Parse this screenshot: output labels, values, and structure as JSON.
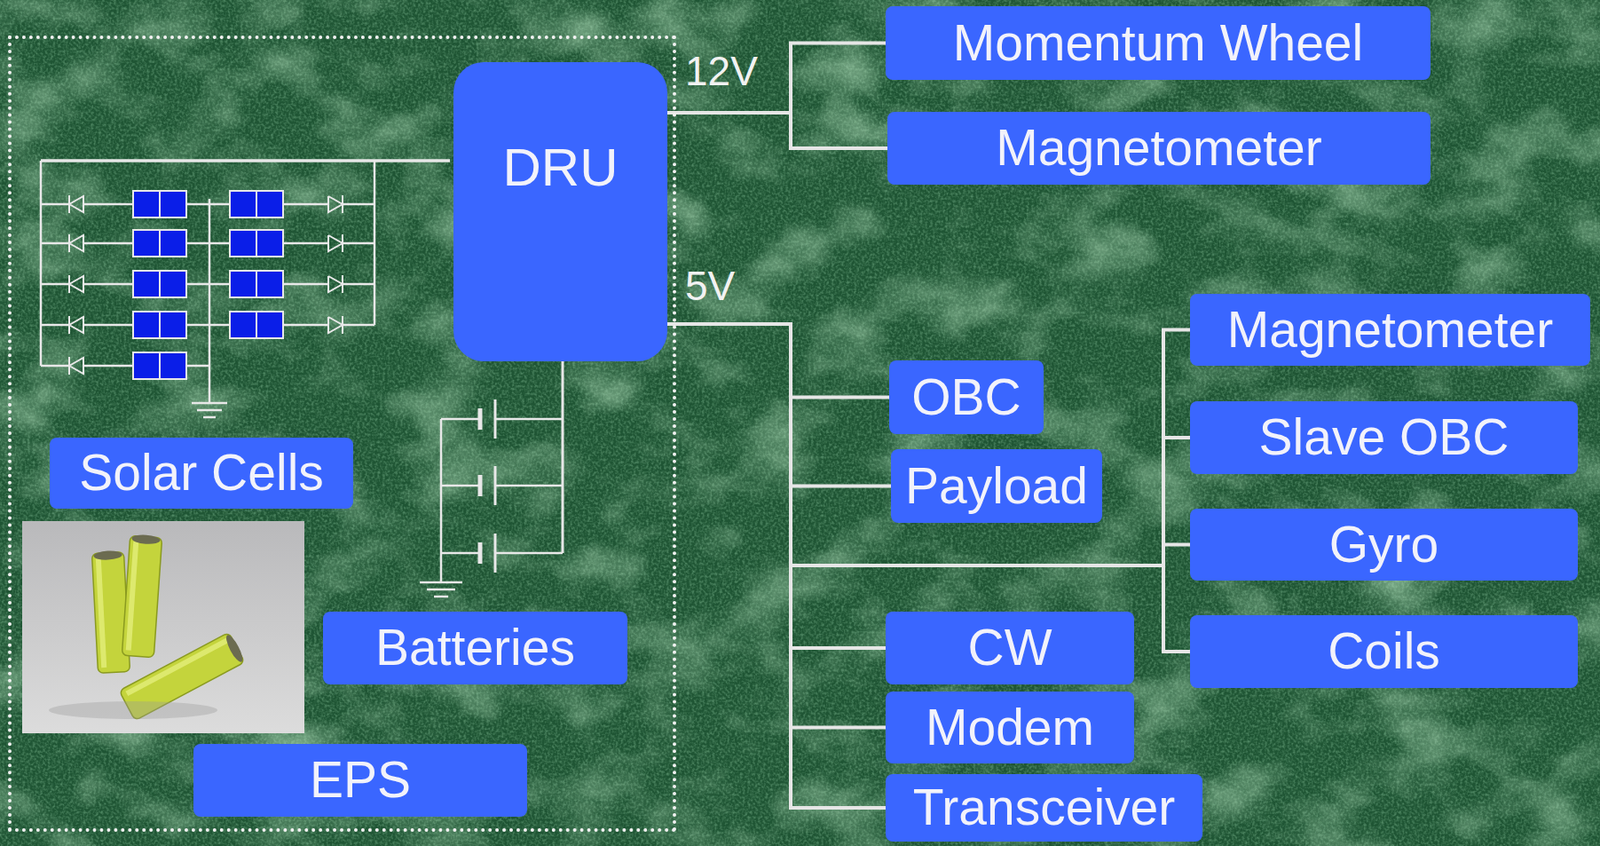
{
  "diagram": {
    "nodes": [
      {
        "text": [
          "EPS"
        ]
      },
      {
        "text": [
          "DRU"
        ],
        "in": 0
      },
      {
        "text": [
          "Solar Cells"
        ],
        "in": 0
      },
      {
        "text": [
          "Batteries"
        ],
        "in": 0
      },
      {
        "text": [
          "Momentum Wheel"
        ]
      },
      {
        "text": [
          "Magnetometer"
        ]
      },
      {
        "text": [
          "Magnetometer"
        ]
      },
      {
        "text": [
          "OBC"
        ]
      },
      {
        "text": [
          "Slave OBC"
        ]
      },
      {
        "text": [
          "Payload"
        ]
      },
      {
        "text": [
          "Gyro"
        ]
      },
      {
        "text": [
          "CW"
        ]
      },
      {
        "text": [
          "Coils"
        ]
      },
      {
        "text": [
          "Modem"
        ]
      },
      {
        "text": [
          "Transceiver"
        ]
      }
    ],
    "edges": [
      {
        "from": 1,
        "to": 4,
        "arrow": "none"
      },
      {
        "from": 1,
        "to": 5,
        "arrow": "none"
      },
      {
        "from": 1,
        "to": 7,
        "arrow": "none"
      },
      {
        "from": 1,
        "to": 9,
        "arrow": "none"
      },
      {
        "from": 1,
        "to": 11,
        "arrow": "none"
      },
      {
        "from": 1,
        "to": 13,
        "arrow": "none"
      },
      {
        "from": 1,
        "to": 14,
        "arrow": "none"
      },
      {
        "from": 1,
        "to": 6,
        "arrow": "none"
      },
      {
        "from": 1,
        "to": 8,
        "arrow": "none"
      },
      {
        "from": 1,
        "to": 10,
        "arrow": "none"
      },
      {
        "from": 1,
        "to": 12,
        "arrow": "none"
      }
    ],
    "labels": [
      "12V",
      "5V"
    ]
  }
}
